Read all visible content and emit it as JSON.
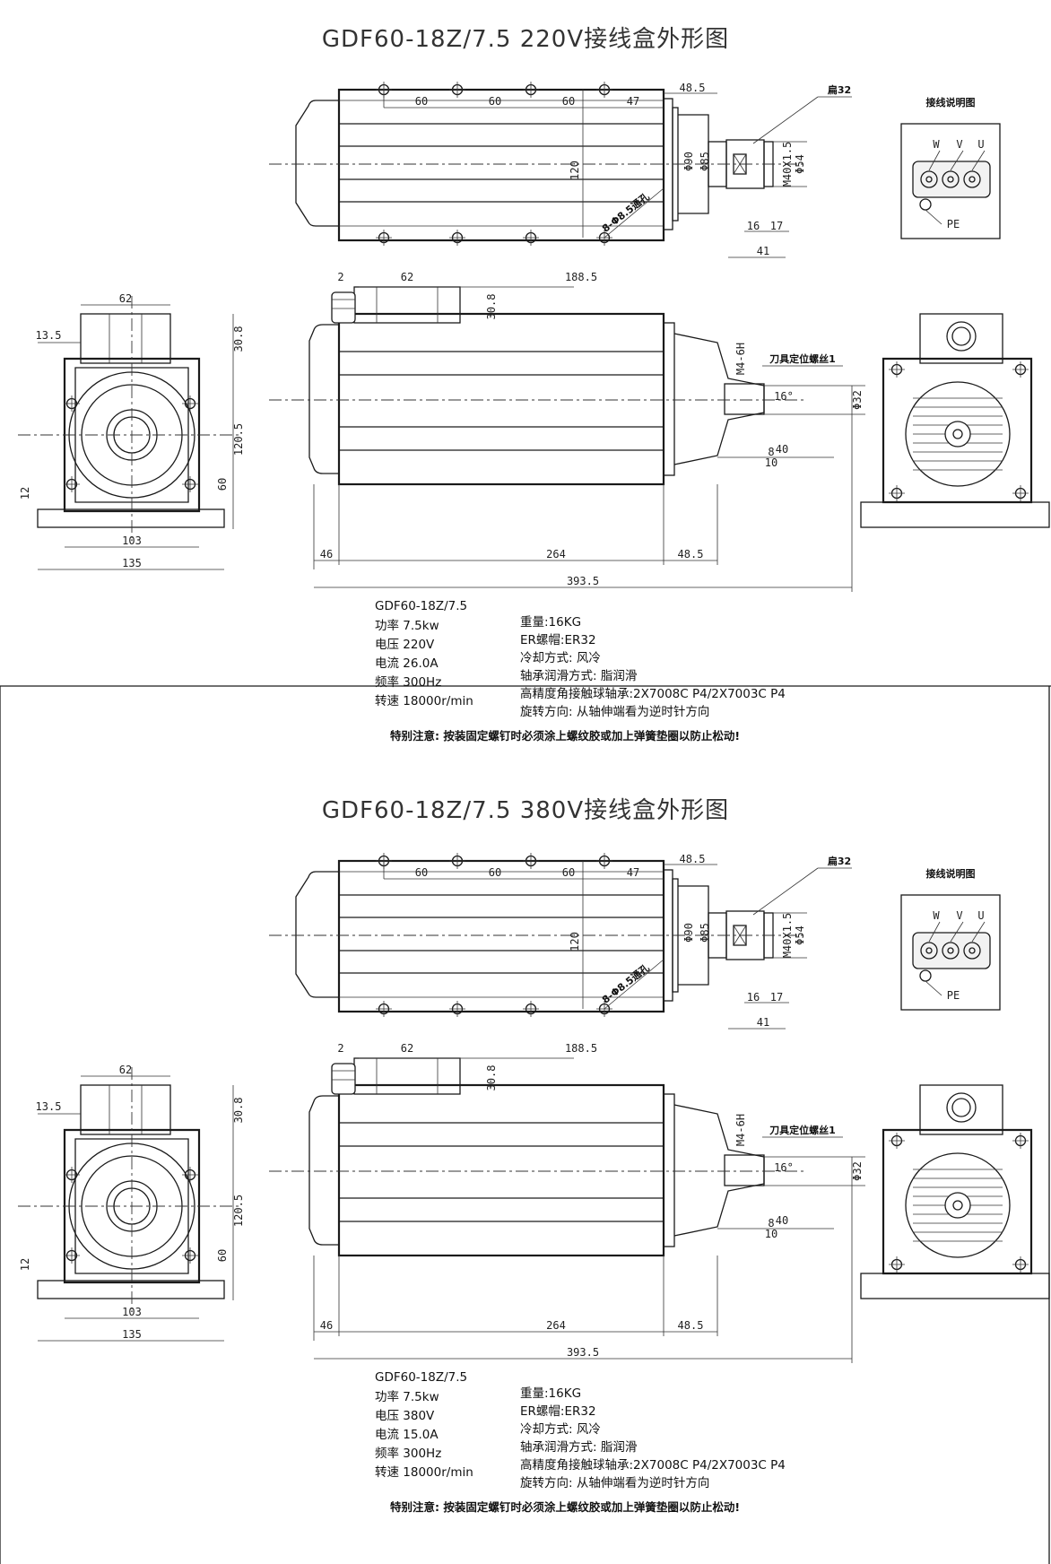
{
  "panels": [
    {
      "title": "GDF60-18Z/7.5 220V接线盒外形图",
      "model": "GDF60-18Z/7.5",
      "left_specs": [
        "功率 7.5kw",
        "电压 220V",
        "电流 26.0A",
        "频率 300Hz",
        "转速 18000r/min"
      ],
      "right_specs": [
        "重量:16KG",
        "ER螺帽:ER32",
        "冷却方式: 风冷",
        "轴承润滑方式: 脂润滑",
        "高精度角接触球轴承:2X7008C P4/2X7003C P4",
        "旋转方向: 从轴伸端看为逆时针方向"
      ],
      "note": "特别注意: 按装固定螺钉时必须涂上螺纹胶或加上弹簧垫圈以防止松动!"
    },
    {
      "title": "GDF60-18Z/7.5 380V接线盒外形图",
      "model": "GDF60-18Z/7.5",
      "left_specs": [
        "功率 7.5kw",
        "电压 380V",
        "电流 15.0A",
        "频率 300Hz",
        "转速 18000r/min"
      ],
      "right_specs": [
        "重量:16KG",
        "ER螺帽:ER32",
        "冷却方式: 风冷",
        "轴承润滑方式: 脂润滑",
        "高精度角接触球轴承:2X7008C P4/2X7003C P4",
        "旋转方向: 从轴伸端看为逆时针方向"
      ],
      "note": "特别注意: 按装固定螺钉时必须涂上螺纹胶或加上弹簧垫圈以防止松动!"
    }
  ],
  "labels": {
    "wiring_title": "接线说明图",
    "w": "W",
    "v": "V",
    "u": "U",
    "pe": "PE",
    "wrench": "扁32",
    "tool_screw": "刀具定位螺丝1",
    "thread_tool": "M4-6H",
    "holes": "8-Φ8.5通孔",
    "d90": "Φ90",
    "d85": "Φ85",
    "d54": "Φ54",
    "d32": "Φ32",
    "m40": "M40X1.5",
    "angle": "16°"
  },
  "dims": {
    "top_60a": "60",
    "top_60b": "60",
    "top_60c": "60",
    "top_47": "47",
    "top_48_5": "48.5",
    "top_120": "120",
    "top_16": "16",
    "top_17": "17",
    "top_41": "41",
    "side_2": "2",
    "side_62": "62",
    "side_188_5": "188.5",
    "side_30_8": "30.8",
    "side_8": "8",
    "side_10": "10",
    "side_40": "40",
    "bot_46": "46",
    "bot_264": "264",
    "bot_48_5": "48.5",
    "bot_393_5": "393.5",
    "front_62": "62",
    "front_13_5": "13.5",
    "front_30_8": "30.8",
    "front_120_5": "120.5",
    "front_60": "60",
    "front_12": "12",
    "front_103": "103",
    "front_135": "135"
  }
}
